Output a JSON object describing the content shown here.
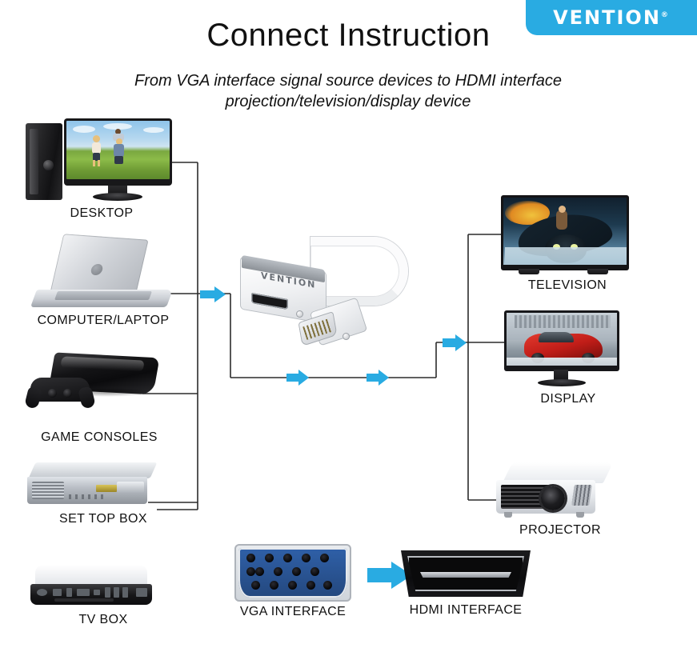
{
  "brand": {
    "name": "VENTION",
    "registered": "®",
    "color": "#29abe2"
  },
  "header": {
    "title": "Connect Instruction",
    "subtitle_line1": "From VGA interface signal source devices to HDMI interface",
    "subtitle_line2": "projection/television/display device"
  },
  "sources": [
    {
      "id": "desktop",
      "label": "DESKTOP"
    },
    {
      "id": "laptop",
      "label": "COMPUTER/LAPTOP"
    },
    {
      "id": "game-consoles",
      "label": "GAME CONSOLES"
    },
    {
      "id": "set-top-box",
      "label": "SET TOP BOX"
    },
    {
      "id": "tv-box",
      "label": "TV BOX"
    }
  ],
  "adapter": {
    "brand_text": "VENTION",
    "input": "VGA",
    "output": "HDMI"
  },
  "outputs": [
    {
      "id": "television",
      "label": "TELEVISION"
    },
    {
      "id": "display",
      "label": "DISPLAY"
    },
    {
      "id": "projector",
      "label": "PROJECTOR"
    }
  ],
  "interfaces": [
    {
      "id": "vga",
      "label": "VGA INTERFACE"
    },
    {
      "id": "hdmi",
      "label": "HDMI INTERFACE"
    }
  ],
  "flow": {
    "arrow_color": "#29abe2",
    "wire_color": "#2b2b2b"
  }
}
